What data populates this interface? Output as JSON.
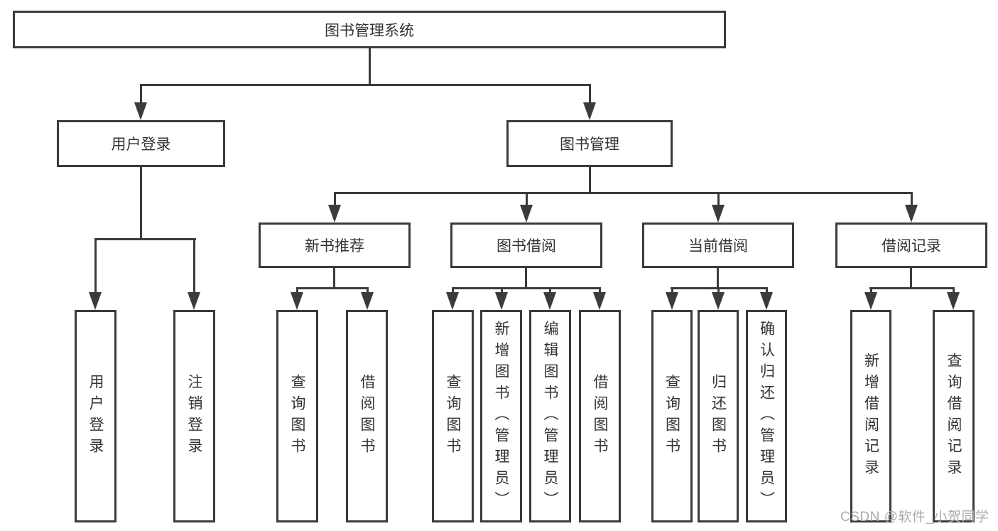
{
  "colors": {
    "line": "#3b3b3b",
    "text": "#333333",
    "watermark": "#ababab",
    "background": "#ffffff"
  },
  "watermark": "CSDN @软件_小贺同学",
  "diagram": {
    "root": "图书管理系统",
    "user_login": {
      "label": "用户登录",
      "children": [
        "用户登录",
        "注销登录"
      ]
    },
    "book_mgmt": {
      "label": "图书管理",
      "sections": [
        {
          "label": "新书推荐",
          "children": [
            "查询图书",
            "借阅图书"
          ]
        },
        {
          "label": "图书借阅",
          "children": [
            "查询图书",
            "新增图书（管理员）",
            "编辑图书（管理员）",
            "借阅图书"
          ]
        },
        {
          "label": "当前借阅",
          "children": [
            "查询图书",
            "归还图书",
            "确认归还（管理员）"
          ]
        },
        {
          "label": "借阅记录",
          "children": [
            "新增借阅记录",
            "查询借阅记录"
          ]
        }
      ]
    }
  }
}
